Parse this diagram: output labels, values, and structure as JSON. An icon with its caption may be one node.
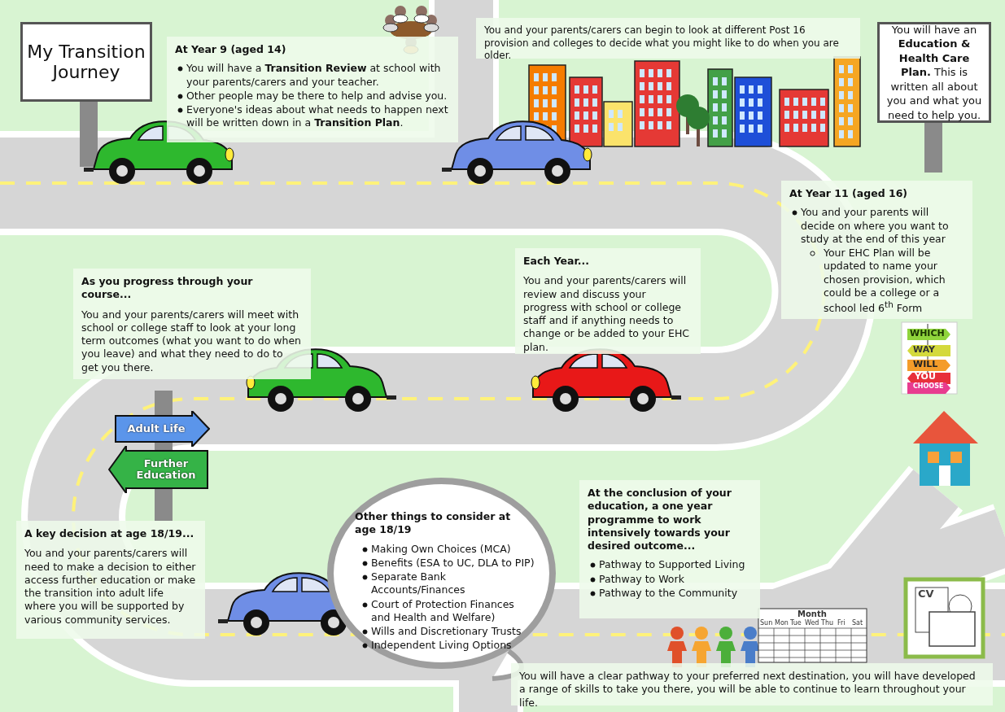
{
  "diagram": {
    "nodes": [
      {
        "text": [
          "My Transition Journey"
        ]
      },
      {
        "text": [
          "At Year 9 (aged 14)",
          "You will have a **Transition Review** at school with your parents/carers and your teacher.",
          "Other people may be there to help and advise you.",
          "Everyone's ideas about what needs to happen next will be written down in a **Transition Plan**."
        ]
      },
      {
        "text": [
          "You and your parents/carers can begin to look at different Post 16 provision and colleges to decide what you might like to do when you are older."
        ]
      },
      {
        "text": [
          "You will have an **Education & Health Care Plan.** This is written all about you and what you need to help you."
        ]
      },
      {
        "text": [
          "At Year 11 (aged 16)",
          "You and your parents will decide on where you want to study at the end of this year",
          "Your EHC Plan will be updated to name your chosen provision, which could be a college or a school led 6$^{th}$ Form"
        ]
      },
      {
        "text": [
          "As you progress through your course...",
          "You and your parents/carers will meet with school or college staff to look at your long term outcomes (what you want to do when you leave) and what they need to do to get you there."
        ]
      },
      {
        "text": [
          "Each Year...",
          "You and your parents/carers will review and discuss your progress with school or college staff and if anything needs to change or be added to your EHC plan."
        ]
      },
      {
        "text": [
          "Adult Life"
        ]
      },
      {
        "text": [
          "Further Education"
        ]
      },
      {
        "text": [
          "A key decision at age 18/19...",
          "You and your parents/carers will need to make a decision to either access further education or make the transition into adult life where you will be supported by various community services."
        ]
      },
      {
        "text": [
          "Other things to consider at age 18/19",
          "Making Own Choices (MCA)",
          "Benefits (ESA to UC, DLA to PIP)",
          "Separate Bank Accounts/Finances",
          "Court of Protection Finances and Health and Welfare)",
          "Wills and Discretionary Trusts",
          "Independent Living Options"
        ]
      },
      {
        "text": [
          "At the conclusion of your education, a one year programme to work intensively towards your desired outcome...",
          "Pathway to Supported Living",
          "Pathway to Work",
          "Pathway to the Community"
        ]
      },
      {
        "text": [
          "You will have a clear pathway to your preferred next destination, you will have developed a range of skills to take you there, you will be able to continue to learn throughout your life."
        ]
      }
    ],
    "labels": [
      "WHICH",
      "WAY",
      "WILL",
      "YOU",
      "CHOOSE",
      "Month",
      "Sun",
      "Mon",
      "Tue",
      "Wed",
      "Thu",
      "Fri",
      "Sat",
      "CV"
    ]
  }
}
